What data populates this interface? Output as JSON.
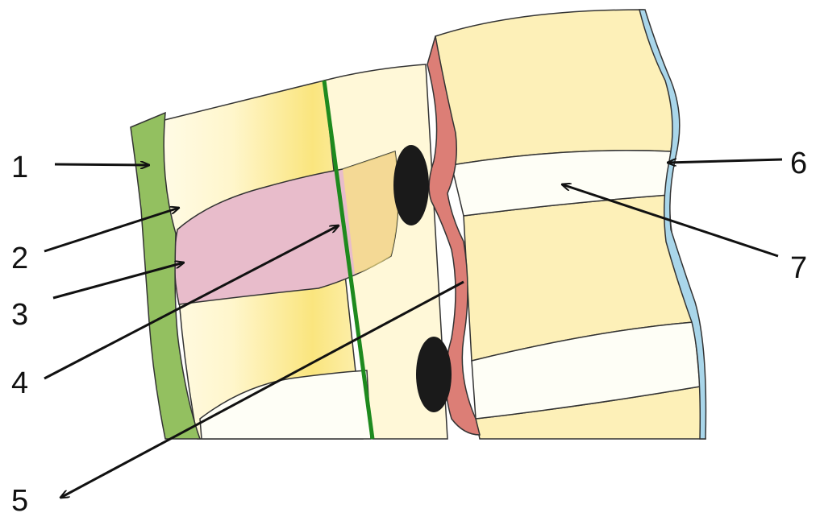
{
  "labels": [
    {
      "id": "1",
      "text": "1"
    },
    {
      "id": "2",
      "text": "2"
    },
    {
      "id": "3",
      "text": "3"
    },
    {
      "id": "4",
      "text": "4"
    },
    {
      "id": "5",
      "text": "5"
    },
    {
      "id": "6",
      "text": "6"
    },
    {
      "id": "7",
      "text": "7"
    }
  ],
  "colors": {
    "anterior_ligament": "#93c060",
    "vertebral_body": "#fdf3b8",
    "vertebral_highlight": "#fae57e",
    "disc_pink": "#e8bccb",
    "disc_white": "#fefef6",
    "green_line": "#1e8a1e",
    "red_ligament": "#dc7e76",
    "posterior_ligament": "#a9d6ea",
    "foramen": "#1a1a1a",
    "arrow": "#111111",
    "outline": "#333333"
  }
}
